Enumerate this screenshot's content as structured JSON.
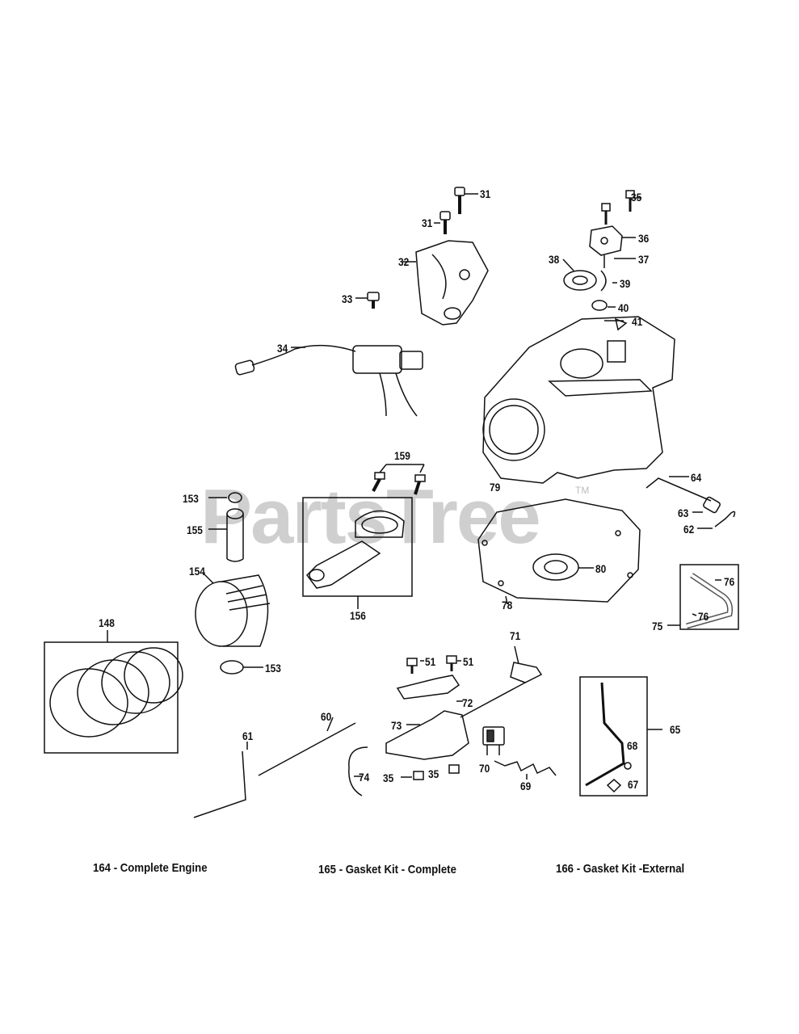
{
  "watermark": {
    "text": "PartsTree",
    "tm": "TM"
  },
  "callouts": {
    "c31a": "31",
    "c31b": "31",
    "c32": "32",
    "c33": "33",
    "c34": "34",
    "c35a": "35",
    "c36": "36",
    "c37": "37",
    "c38": "38",
    "c39": "39",
    "c40": "40",
    "c41": "41",
    "c79": "79",
    "c64": "64",
    "c63": "63",
    "c62": "62",
    "c159": "159",
    "c153a": "153",
    "c155": "155",
    "c154": "154",
    "c156": "156",
    "c80": "80",
    "c78": "78",
    "c148": "148",
    "c153b": "153",
    "c76a": "76",
    "c76b": "76",
    "c75": "75",
    "c51a": "51",
    "c51b": "51",
    "c71": "71",
    "c72": "72",
    "c73": "73",
    "c60": "60",
    "c61": "61",
    "c74": "74",
    "c35b": "35",
    "c35c": "35",
    "c70": "70",
    "c69": "69",
    "c65": "65",
    "c68": "68",
    "c67": "67"
  },
  "footer": {
    "complete_engine": "164 - Complete Engine",
    "gasket_kit_complete": "165 - Gasket Kit - Complete",
    "gasket_kit_external": "166 - Gasket Kit -External"
  }
}
